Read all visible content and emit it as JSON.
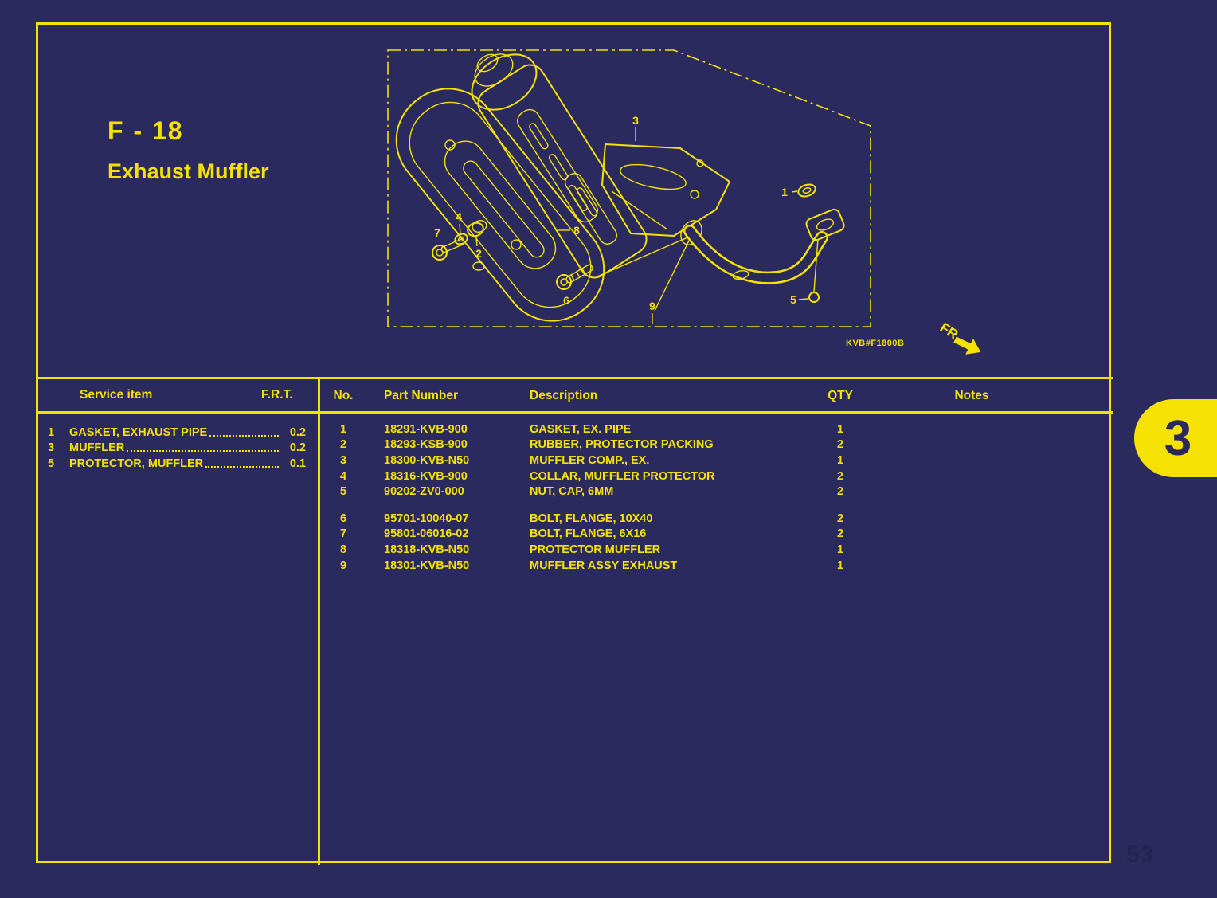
{
  "header": {
    "section_code": "F - 18",
    "title": "Exhaust Muffler"
  },
  "diagram": {
    "code": "KVB#F1800B",
    "fr_label": "FR.",
    "callouts": [
      {
        "label": "1"
      },
      {
        "label": "2"
      },
      {
        "label": "3"
      },
      {
        "label": "4"
      },
      {
        "label": "5"
      },
      {
        "label": "6"
      },
      {
        "label": "7"
      },
      {
        "label": "8"
      },
      {
        "label": "9"
      }
    ]
  },
  "service_table": {
    "headers": {
      "item": "Service item",
      "frt": "F.R.T."
    },
    "rows": [
      {
        "no": "1",
        "item": "GASKET, EXHAUST PIPE",
        "frt": "0.2"
      },
      {
        "no": "3",
        "item": "MUFFLER",
        "frt": "0.2"
      },
      {
        "no": "5",
        "item": "PROTECTOR, MUFFLER",
        "frt": "0.1"
      }
    ]
  },
  "parts_table": {
    "headers": {
      "no": "No.",
      "part_number": "Part Number",
      "description": "Description",
      "qty": "QTY",
      "notes": "Notes"
    },
    "rows": [
      {
        "no": "1",
        "part_number": "18291-KVB-900",
        "description": "GASKET, EX. PIPE",
        "qty": "1",
        "notes": ""
      },
      {
        "no": "2",
        "part_number": "18293-KSB-900",
        "description": "RUBBER, PROTECTOR PACKING",
        "qty": "2",
        "notes": ""
      },
      {
        "no": "3",
        "part_number": "18300-KVB-N50",
        "description": "MUFFLER COMP., EX.",
        "qty": "1",
        "notes": ""
      },
      {
        "no": "4",
        "part_number": "18316-KVB-900",
        "description": "COLLAR, MUFFLER PROTECTOR",
        "qty": "2",
        "notes": ""
      },
      {
        "no": "5",
        "part_number": "90202-ZV0-000",
        "description": "NUT, CAP, 6MM",
        "qty": "2",
        "notes": ""
      },
      {
        "no": "6",
        "part_number": "95701-10040-07",
        "description": "BOLT, FLANGE, 10X40",
        "qty": "2",
        "notes": ""
      },
      {
        "no": "7",
        "part_number": "95801-06016-02",
        "description": "BOLT, FLANGE, 6X16",
        "qty": "2",
        "notes": ""
      },
      {
        "no": "8",
        "part_number": "18318-KVB-N50",
        "description": "PROTECTOR MUFFLER",
        "qty": "1",
        "notes": ""
      },
      {
        "no": "9",
        "part_number": "18301-KVB-N50",
        "description": "MUFFLER ASSY EXHAUST",
        "qty": "1",
        "notes": ""
      }
    ]
  },
  "page": {
    "tab_number": "3",
    "page_number": "53"
  },
  "colors": {
    "background": "#2A2A5E",
    "accent": "#F5E203",
    "muted_page_number": "#23234E"
  }
}
